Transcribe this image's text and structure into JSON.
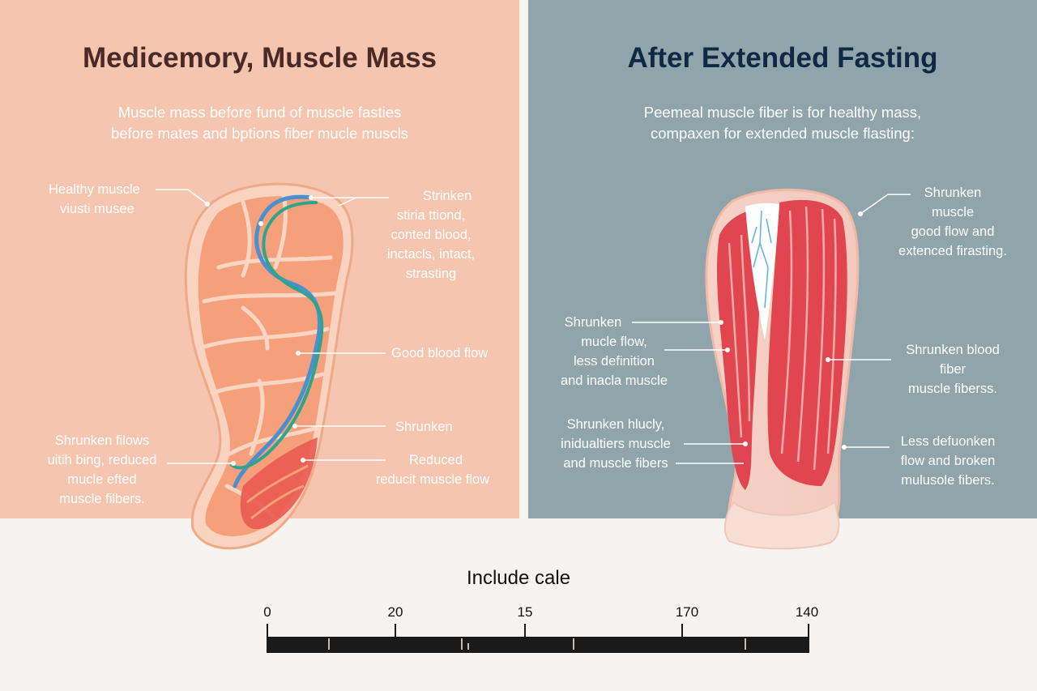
{
  "left": {
    "title": "Medicemory, Muscle Mass",
    "subtitle": [
      "Muscle mass before fund of muscle fasties",
      "before mates and bptions fiber mucle muscls"
    ],
    "labels": {
      "healthy": [
        "Healthy muscle",
        "viusti musee"
      ],
      "striation": [
        "Strinken",
        "stiria ttiond,",
        "conted blood,",
        "inctacls, intact,",
        "strasting"
      ],
      "blood_flow": [
        "Good blood flow"
      ],
      "shrunken": [
        "Shrunken"
      ],
      "reduced": [
        "Reduced",
        "reducit muscle flow"
      ],
      "shrunken_flows": [
        "Shrunken filows",
        "uitih bing, reduced",
        "mucle efted",
        "muscle filbers."
      ]
    }
  },
  "right": {
    "title": "After Extended Fasting",
    "subtitle": [
      "Peemeal muscle fiber is for healthy mass,",
      "compaxen for extended muscle flasting:"
    ],
    "labels": {
      "top": [
        "Shrunken",
        "muscle",
        "good flow and",
        "extenced firasting."
      ],
      "mid_left": [
        "Shrunken",
        "mucle flow,",
        "less definition",
        "and inacla muscle"
      ],
      "mid_right": [
        "Shrunken blood",
        "fiber",
        "muscle fiberss."
      ],
      "bottom_left": [
        "Shrunken hlucly,",
        "inidualtiers muscle",
        "and muscle fibers"
      ],
      "bottom_right": [
        "Less defuonken",
        "flow and broken",
        "mulusole fibers."
      ]
    }
  },
  "colors": {
    "left_bg": "#f6c5b0",
    "right_bg": "#8fa5ab",
    "muscle_healthy": "#f5a07a",
    "muscle_fasted": "#e04550",
    "vessel_blue": "#4a90d0",
    "vessel_green": "#2ea58a"
  },
  "scale": {
    "title": "Include cale",
    "ticks": [
      "0",
      "20",
      "15",
      "170",
      "140"
    ]
  }
}
